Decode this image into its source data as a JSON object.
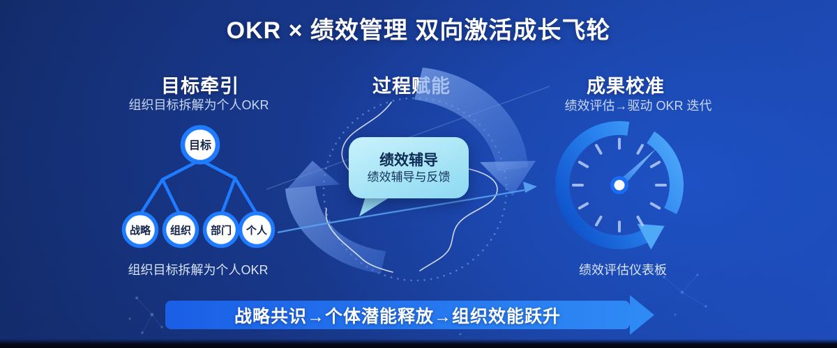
{
  "title": "OKR × 绩效管理 双向激活成长飞轮",
  "sections": {
    "left": {
      "heading": "目标牵引",
      "subtitle": "组织目标拆解为个人OKR",
      "tree": {
        "root": "目标",
        "children": [
          "战略",
          "组织",
          "部门",
          "个人"
        ]
      },
      "caption": "组织目标拆解为个人OKR"
    },
    "middle": {
      "heading": "过程赋能",
      "bubble": {
        "title": "绩效辅导",
        "text": "绩效辅导与反馈"
      }
    },
    "right": {
      "heading": "成果校准",
      "subtitle": "绩效评估→驱动 OKR 迭代",
      "caption": "绩效评估仪表板"
    }
  },
  "banner": {
    "text": "战略共识→个体潜能释放→组织效能跃升"
  },
  "icons": {
    "tree": "org-tree-icon",
    "cycle": "cycle-arrows-icon",
    "bubble": "speech-bubble-icon",
    "gauge": "speedometer-gauge-icon",
    "banner_arrow": "right-arrow-banner-icon"
  },
  "colors": {
    "background_dark": "#122a66",
    "background_bright": "#1d4ab8",
    "accent_blue": "#1f7bff",
    "cycle_arrow_blue": "#5b8ce0",
    "bubble_fill": "#a7e4f6",
    "bubble_text": "#0d2b55",
    "banner_start": "#1a5fe6",
    "banner_end": "#2f8bf5",
    "gauge_ring_start": "#0d4fc8",
    "gauge_ring_end": "#52acf8",
    "text_primary": "#ffffff",
    "text_secondary": "#c9d7f0"
  }
}
